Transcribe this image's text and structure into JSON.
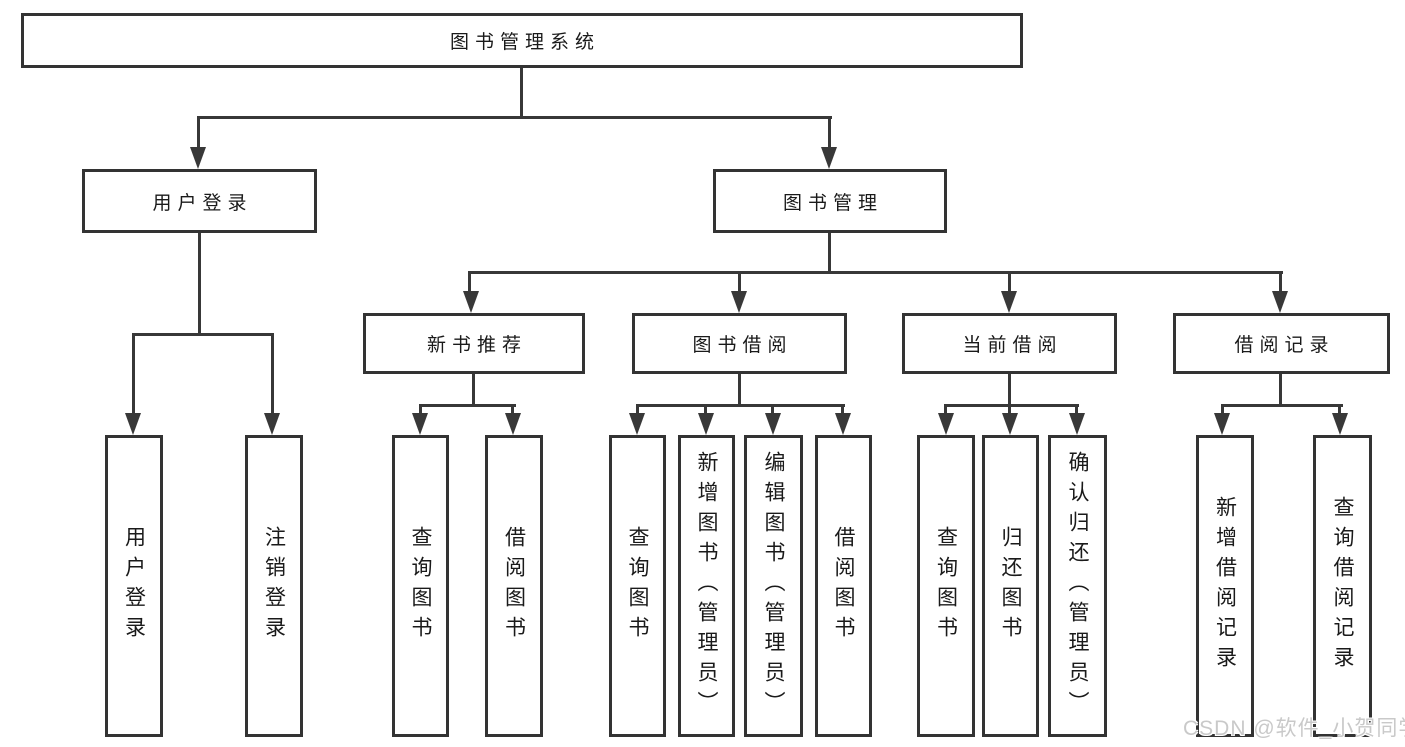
{
  "diagram": {
    "root": {
      "label": "图书管理系统"
    },
    "level2": [
      {
        "label": "用户登录"
      },
      {
        "label": "图书管理"
      }
    ],
    "level3": [
      {
        "label": "新书推荐"
      },
      {
        "label": "图书借阅"
      },
      {
        "label": "当前借阅"
      },
      {
        "label": "借阅记录"
      }
    ],
    "level4_groups": [
      {
        "parent": "用户登录",
        "children": [
          "用户登录",
          "注销登录"
        ]
      },
      {
        "parent": "新书推荐",
        "children": [
          "查询图书",
          "借阅图书"
        ]
      },
      {
        "parent": "图书借阅",
        "children": [
          "查询图书",
          "新增图书（管理员）",
          "编辑图书（管理员）",
          "借阅图书"
        ]
      },
      {
        "parent": "当前借阅",
        "children": [
          "查询图书",
          "归还图书",
          "确认归还（管理员）"
        ]
      },
      {
        "parent": "借阅记录",
        "children": [
          "新增借阅记录",
          "查询借阅记录"
        ]
      }
    ]
  },
  "watermark": {
    "text": "CSDN @软件_小贺同学"
  },
  "colors": {
    "background": "#ffffff",
    "line": "#383838",
    "border": "#333333",
    "text": "#1a1a1a",
    "watermark": "#c9c9c9"
  }
}
